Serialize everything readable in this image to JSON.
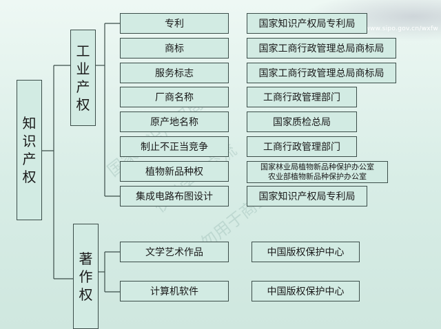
{
  "root": [
    "知",
    "识",
    "产",
    "权"
  ],
  "industrial": [
    "工",
    "业",
    "产",
    "权"
  ],
  "copyright": [
    "著",
    "作",
    "权"
  ],
  "industrial_items": [
    {
      "category": "专利",
      "org": [
        "国家知识产权局专利局"
      ]
    },
    {
      "category": "商标",
      "org": [
        "国家工商行政管理总局商标局"
      ]
    },
    {
      "category": "服务标志",
      "org": [
        "国家工商行政管理总局商标局"
      ]
    },
    {
      "category": "厂商名称",
      "org": [
        "工商行政管理部门"
      ]
    },
    {
      "category": "原产地名称",
      "org": [
        "国家质检总局"
      ]
    },
    {
      "category": "制止不正当竞争",
      "org": [
        "工商行政管理部门"
      ]
    },
    {
      "category": "植物新品种权",
      "org": [
        "国家林业局植物新品种保护办公室",
        "农业部植物新品种保护办公室"
      ]
    },
    {
      "category": "集成电路布图设计",
      "org": [
        "国家知识产权局专利局"
      ]
    }
  ],
  "copyright_items": [
    {
      "category": "文学艺术作品",
      "org": [
        "中国版权保护中心"
      ]
    },
    {
      "category": "计算机软件",
      "org": [
        "中国版权保护中心"
      ]
    }
  ],
  "url": "www.sipo.gov.cn/wxfw",
  "watermark": [
    "国家知识产权局",
    "仅供学习交流",
    "勿用于商业"
  ]
}
